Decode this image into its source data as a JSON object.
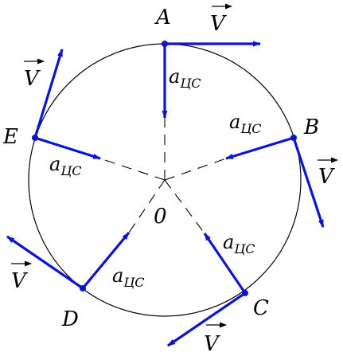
{
  "diagram": {
    "center_label": "0",
    "points": [
      {
        "id": "A",
        "label": "A"
      },
      {
        "id": "B",
        "label": "B"
      },
      {
        "id": "C",
        "label": "C"
      },
      {
        "id": "D",
        "label": "D"
      },
      {
        "id": "E",
        "label": "E"
      }
    ],
    "velocity_symbol": "V",
    "accel_symbol": "a",
    "accel_subscript": "ЦС",
    "colors": {
      "vector": "#0a14d2",
      "circle": "#000000",
      "text": "#000000"
    }
  }
}
